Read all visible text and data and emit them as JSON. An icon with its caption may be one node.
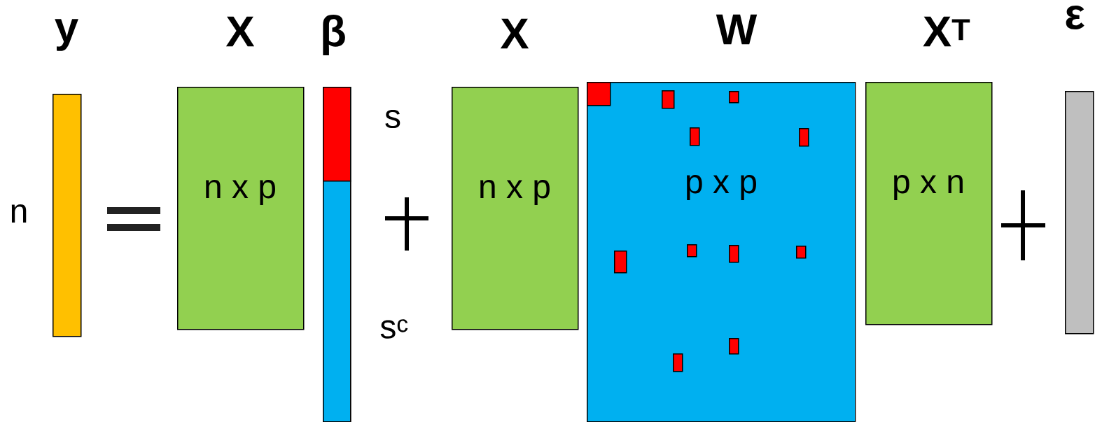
{
  "diagram": {
    "nodes": [
      {
        "text": [
          "y"
        ],
        "beside": [
          "n"
        ]
      },
      {
        "text": [
          "X",
          "n x p"
        ]
      },
      {
        "text": [
          "β"
        ]
      },
      {
        "text": [],
        "shape": "box",
        "in": 2,
        "beside": [
          "s"
        ]
      },
      {
        "text": [],
        "shape": "box",
        "in": 2,
        "beside": [
          "s$^{c}$"
        ]
      },
      {
        "text": [
          "X",
          "n x p"
        ]
      },
      {
        "text": [
          "W",
          "p x p"
        ]
      },
      {
        "text": [],
        "shape": "box",
        "in": 6
      },
      {
        "text": [],
        "shape": "box",
        "in": 6
      },
      {
        "text": [],
        "shape": "box",
        "in": 6
      },
      {
        "text": [],
        "shape": "box",
        "in": 6
      },
      {
        "text": [],
        "shape": "box",
        "in": 6
      },
      {
        "text": [],
        "shape": "box",
        "in": 6
      },
      {
        "text": [],
        "shape": "box",
        "in": 6
      },
      {
        "text": [],
        "shape": "box",
        "in": 6
      },
      {
        "text": [],
        "shape": "box",
        "in": 6
      },
      {
        "text": [],
        "shape": "box",
        "in": 6
      },
      {
        "text": [],
        "shape": "box",
        "in": 6
      },
      {
        "text": [
          "X$^{T}$",
          "p x n"
        ]
      },
      {
        "text": [
          "ε"
        ]
      }
    ]
  }
}
